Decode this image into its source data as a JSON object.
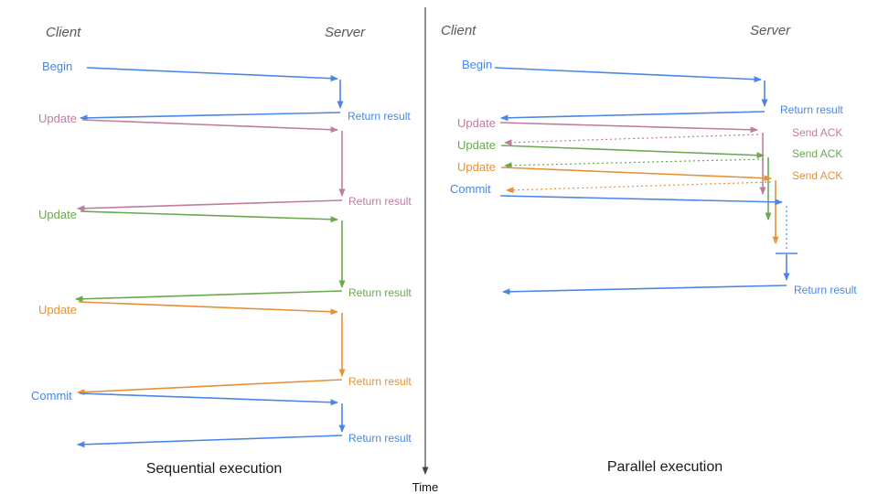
{
  "diagram": {
    "left": {
      "title": "Sequential execution",
      "client": "Client",
      "server": "Server",
      "messages": [
        {
          "label": "Begin",
          "result": "Return result",
          "color": "#4a86e8"
        },
        {
          "label": "Update",
          "result": "Return result",
          "color": "#c27ba0"
        },
        {
          "label": "Update",
          "result": "Return result",
          "color": "#6aa84f"
        },
        {
          "label": "Update",
          "result": "Return result",
          "color": "#e69138"
        },
        {
          "label": "Commit",
          "result": "Return result",
          "color": "#4a86e8"
        }
      ]
    },
    "right": {
      "title": "Parallel execution",
      "client": "Client",
      "server": "Server",
      "messages": [
        {
          "label": "Begin",
          "result": "Return result",
          "color": "#4a86e8"
        },
        {
          "label": "Update",
          "result": "Send ACK",
          "color": "#c27ba0"
        },
        {
          "label": "Update",
          "result": "Send ACK",
          "color": "#6aa84f"
        },
        {
          "label": "Update",
          "result": "Send ACK",
          "color": "#e69138"
        },
        {
          "label": "Commit",
          "result": "Return result",
          "color": "#4a86e8"
        }
      ]
    },
    "time_axis_label": "Time",
    "colors": {
      "blue": "#4a86e8",
      "pink": "#c27ba0",
      "green": "#6aa84f",
      "orange": "#e69138",
      "axis": "#555555",
      "header_text": "#595959",
      "title_text": "#1a1a1a"
    }
  }
}
